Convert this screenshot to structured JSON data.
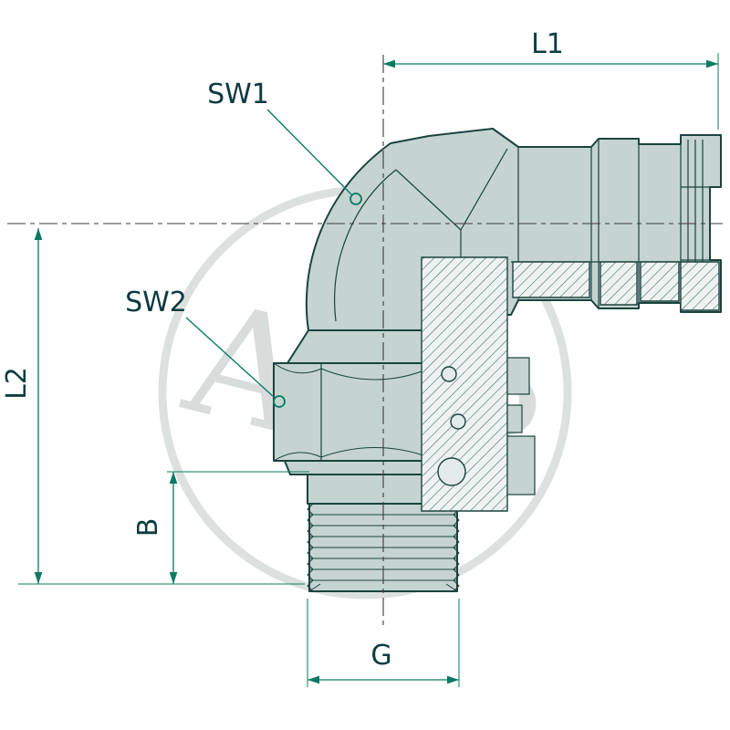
{
  "watermark": {
    "text": "AGP",
    "color": "#d8dddc"
  },
  "dimensions": {
    "l1": "L1",
    "l2": "L2",
    "b": "B",
    "g": "G"
  },
  "callouts": {
    "sw1": "SW1",
    "sw2": "SW2"
  },
  "colors": {
    "dimension_line": "#0a7a62",
    "label_text": "#0d3b40",
    "part_outline": "#1b433e",
    "part_fill": "#c5d4d1",
    "hatch_line": "#35665f",
    "centerline": "#3a3a3a",
    "background": "#ffffff"
  }
}
